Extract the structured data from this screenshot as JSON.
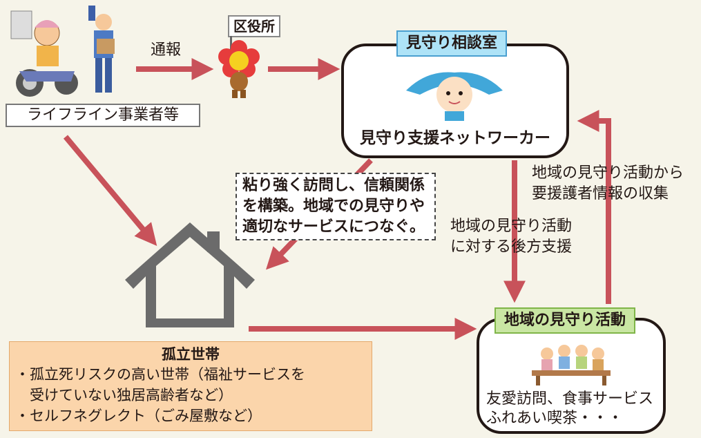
{
  "reporter_label": "ライフライン事業者等",
  "report_arrow_label": "通報",
  "ward_office_sign": "区役所",
  "consultation_room": {
    "tag": "見守り相談室",
    "caption": "見守り支援ネットワーカー"
  },
  "support_note": [
    "粘り強く訪問し、信頼関係",
    "を構築。地域での見守りや",
    "適切なサービスにつなぐ。"
  ],
  "rear_support_label": [
    "地域の見守り活動",
    "に対する後方支援"
  ],
  "info_collect_label": [
    "地域の見守り活動から",
    "要援護者情報の収集"
  ],
  "isolated_household": {
    "title": "孤立世帯",
    "items": [
      "・孤立死リスクの高い世帯（福祉サービスを",
      "　受けていない独居高齢者など）",
      "・セルフネグレクト（ごみ屋敷など）"
    ]
  },
  "community_watch": {
    "tag": "地域の見守り活動",
    "caption": [
      "友愛訪問、食事サービス",
      "ふれあい喫茶・・・"
    ]
  },
  "colors": {
    "arrow": "#c8525a",
    "house": "#6b6b6b"
  }
}
